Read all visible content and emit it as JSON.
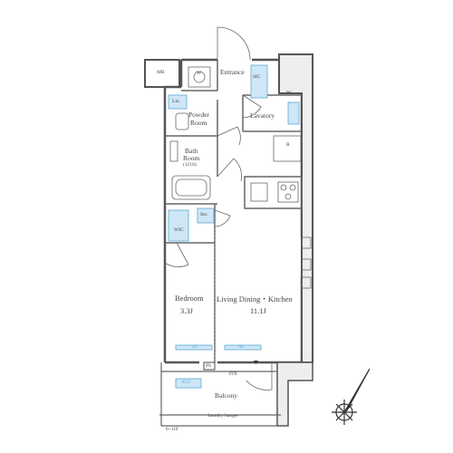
{
  "rooms": {
    "mb": "MB",
    "w": "W",
    "entrance": "Entrance",
    "sic": "SIC",
    "ps_top": "PS",
    "lin": "Lin.",
    "powder_room": [
      "Powder",
      "Room"
    ],
    "lavatory": "Lavatory",
    "refrigerator": "R",
    "bath_room": [
      "Bath",
      "Room",
      "(1216)"
    ],
    "sto": "Sto.",
    "wic": "WIC",
    "bedroom": [
      "Bedroom",
      "3.3J"
    ],
    "ldk": [
      "Living Dining・Kitchen",
      "11.1J"
    ],
    "ac_bedroom": "AC",
    "ac_ldk": "AC",
    "ps_bottom": "PS",
    "fix": "FIX",
    "aco": "ACO",
    "balcony": "Balcony",
    "laundry_hanger": "laundry hanger",
    "floors": "6~11F"
  },
  "colors": {
    "wall": "#555555",
    "storage_fill": "#cfe6f6",
    "storage_stroke": "#5aa9d6",
    "line": "#666666"
  },
  "icons": {
    "compass": "compass-north-icon"
  }
}
